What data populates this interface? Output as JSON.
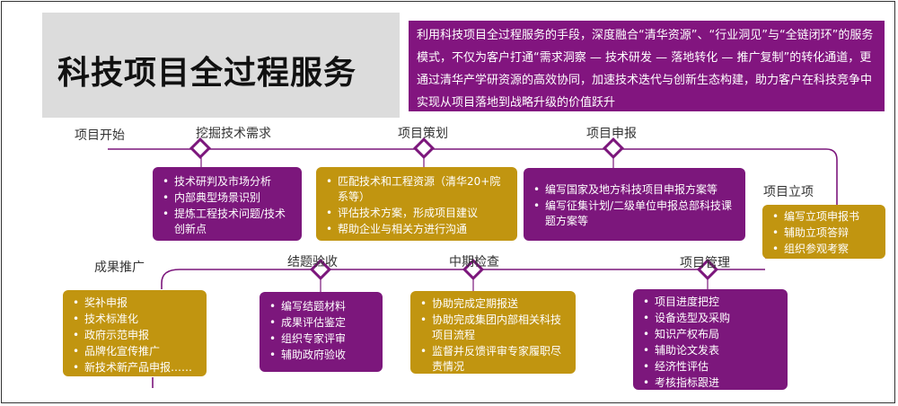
{
  "title": "科技项目全过程服务",
  "description": "利用科技项目全过程服务的手段，深度融合“清华资源”、“行业洞见”与“全链闭环”的服务模式，不仅为客户打通“需求洞察 — 技术研发 — 落地转化 — 推广复制”的转化通道，更通过清华产学研资源的高效协同，加速技术迭代与创新生态构建，助力客户在科技竞争中实现从项目落地到战略升级的价值跃升",
  "colors": {
    "purple": "#7c177c",
    "gold": "#c19510",
    "line": "#7c177c"
  },
  "stages": {
    "start": "项目开始",
    "demand": "挖掘技术需求",
    "planning": "项目策划",
    "application": "项目申报",
    "approval": "项目立项",
    "management": "项目管理",
    "midterm": "中期检查",
    "acceptance": "结题验收",
    "promotion": "成果推广"
  },
  "boxes": {
    "demand": [
      "技术研判及市场分析",
      "内部典型场景识别",
      "提炼工程技术问题/技术创新点"
    ],
    "planning": [
      "匹配技术和工程资源（清华20+院系等）",
      "评估技术方案，形成项目建议",
      "帮助企业与相关方进行沟通"
    ],
    "application": [
      "编写国家及地方科技项目申报方案等",
      "编写征集计划/二级单位申报总部科技课题方案等"
    ],
    "approval": [
      "编写立项申报书",
      "辅助立项答辩",
      "组织参观考察"
    ],
    "management": [
      "项目进度把控",
      "设备选型及采购",
      "知识产权布局",
      "辅助论文发表",
      "经济性评估",
      "考核指标跟进"
    ],
    "midterm": [
      "协助完成定期报送",
      "协助完成集团内部相关科技项目流程",
      "监督并反馈评审专家履职尽责情况"
    ],
    "acceptance": [
      "编写结题材料",
      "成果评估鉴定",
      "组织专家评审",
      "辅助政府验收"
    ],
    "promotion": [
      "奖补申报",
      "技术标准化",
      "政府示范申报",
      "品牌化宣传推广",
      "新技术新产品申报……"
    ]
  }
}
